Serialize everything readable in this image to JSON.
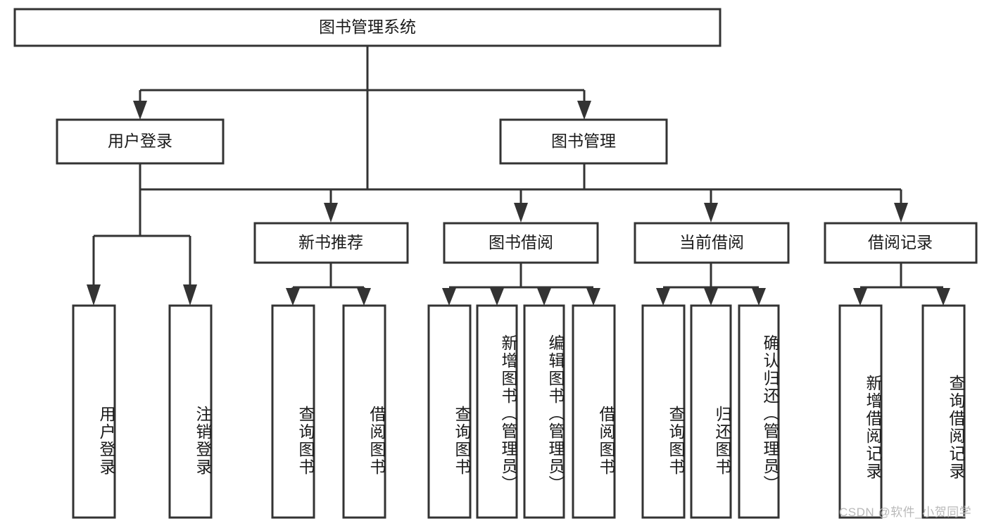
{
  "diagram": {
    "title": "图书管理系统",
    "type": "tree-hierarchy",
    "root": {
      "id": "root",
      "label": "图书管理系统",
      "orientation": "horizontal"
    },
    "level2": [
      {
        "id": "user-login",
        "label": "用户登录",
        "orientation": "horizontal"
      },
      {
        "id": "book-manage",
        "label": "图书管理",
        "orientation": "horizontal"
      }
    ],
    "level3": [
      {
        "id": "new-book-recommend",
        "label": "新书推荐",
        "orientation": "horizontal",
        "parent": "book-manage"
      },
      {
        "id": "book-borrow",
        "label": "图书借阅",
        "orientation": "horizontal",
        "parent": "book-manage"
      },
      {
        "id": "current-borrow",
        "label": "当前借阅",
        "orientation": "horizontal",
        "parent": "book-manage"
      },
      {
        "id": "borrow-record",
        "label": "借阅记录",
        "orientation": "horizontal",
        "parent": "book-manage"
      }
    ],
    "leaves": [
      {
        "id": "leaf-user-login",
        "label": "用户登录",
        "orientation": "vertical",
        "parent": "user-login"
      },
      {
        "id": "leaf-user-logout",
        "label": "注销登录",
        "orientation": "vertical",
        "parent": "user-login"
      },
      {
        "id": "leaf-query-book-1",
        "label": "查询图书",
        "orientation": "vertical",
        "parent": "new-book-recommend"
      },
      {
        "id": "leaf-borrow-book-1",
        "label": "借阅图书",
        "orientation": "vertical",
        "parent": "new-book-recommend"
      },
      {
        "id": "leaf-query-book-2",
        "label": "查询图书",
        "orientation": "vertical",
        "parent": "book-borrow"
      },
      {
        "id": "leaf-add-book",
        "label": "新增图书（管理员）",
        "orientation": "vertical",
        "parent": "book-borrow"
      },
      {
        "id": "leaf-edit-book",
        "label": "编辑图书（管理员）",
        "orientation": "vertical",
        "parent": "book-borrow"
      },
      {
        "id": "leaf-borrow-book-2",
        "label": "借阅图书",
        "orientation": "vertical",
        "parent": "book-borrow"
      },
      {
        "id": "leaf-query-book-3",
        "label": "查询图书",
        "orientation": "vertical",
        "parent": "current-borrow"
      },
      {
        "id": "leaf-return-book",
        "label": "归还图书",
        "orientation": "vertical",
        "parent": "current-borrow"
      },
      {
        "id": "leaf-confirm-return",
        "label": "确认归还（管理员）",
        "orientation": "vertical",
        "parent": "current-borrow"
      },
      {
        "id": "leaf-add-record",
        "label": "新增借阅记录",
        "orientation": "vertical",
        "parent": "borrow-record"
      },
      {
        "id": "leaf-query-record",
        "label": "查询借阅记录",
        "orientation": "vertical",
        "parent": "borrow-record"
      }
    ],
    "colors": {
      "stroke": "#333333",
      "box_fill": "#ffffff",
      "text": "#1a1a1a",
      "background": "#ffffff",
      "watermark": "#b9b9b9"
    }
  },
  "watermark": {
    "text": "CSDN @软件_小贺同学"
  }
}
